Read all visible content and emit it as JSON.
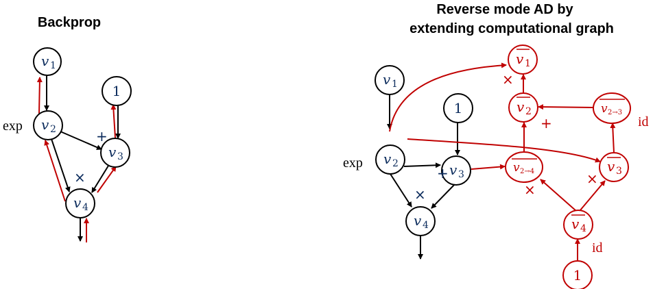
{
  "colors": {
    "forward": "#000000",
    "reverse": "#c00000",
    "node_text": "#0b2b5c"
  },
  "left": {
    "title": "Backprop",
    "nodes": {
      "v1": {
        "base": "v",
        "sub": "1"
      },
      "v2": {
        "base": "v",
        "sub": "2"
      },
      "one": {
        "text": "1"
      },
      "v3": {
        "base": "v",
        "sub": "3"
      },
      "v4": {
        "base": "v",
        "sub": "4"
      }
    },
    "labels": {
      "exp": "exp",
      "plus": "+",
      "times": "×"
    }
  },
  "right": {
    "title_line1": "Reverse mode AD by",
    "title_line2": "extending computational graph",
    "nodes": {
      "v1": {
        "base": "v",
        "sub": "1"
      },
      "v2": {
        "base": "v",
        "sub": "2"
      },
      "one": {
        "text": "1"
      },
      "v3": {
        "base": "v",
        "sub": "3"
      },
      "v4": {
        "base": "v",
        "sub": "4"
      }
    },
    "adjoints": {
      "v1bar": {
        "base": "v",
        "sub": "1"
      },
      "v2bar": {
        "base": "v",
        "sub": "2"
      },
      "v2to3bar": {
        "base": "v",
        "sub": "2→3"
      },
      "v2to4bar": {
        "base": "v",
        "sub": "2→4"
      },
      "v3bar": {
        "base": "v",
        "sub": "3"
      },
      "v4bar": {
        "base": "v",
        "sub": "4"
      },
      "one": {
        "text": "1"
      }
    },
    "labels": {
      "exp": "exp",
      "plus": "+",
      "times": "×",
      "adj_times_v1": "×",
      "adj_plus_v2": "+",
      "adj_id_v23": "id",
      "adj_times_v24": "×",
      "adj_times_v3": "×",
      "adj_id_v4": "id"
    }
  }
}
